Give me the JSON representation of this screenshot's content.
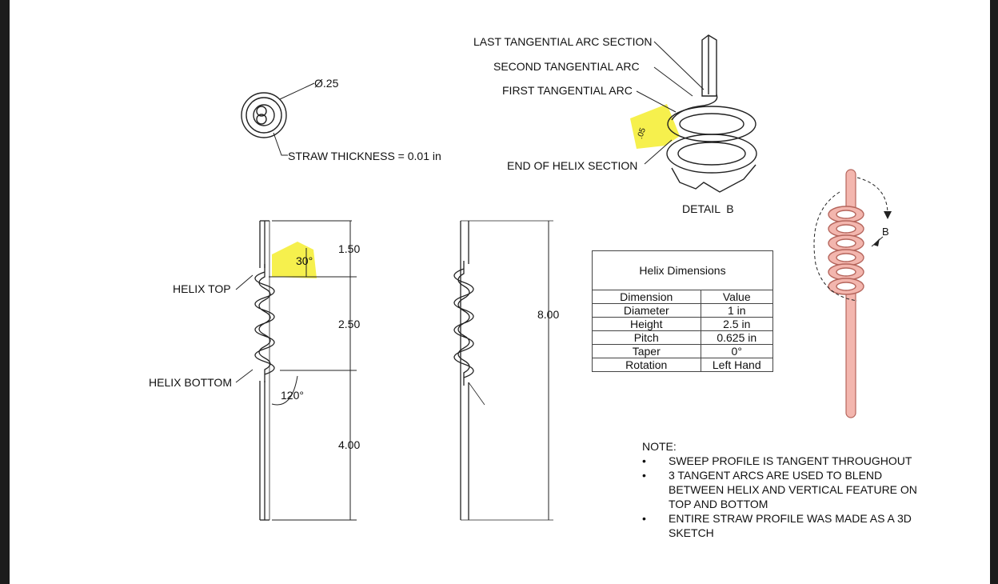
{
  "top_view": {
    "diameter_label": "Ø.25",
    "thickness_label": "STRAW THICKNESS = 0.01 in"
  },
  "detail_b": {
    "callouts": [
      "LAST TANGENTIAL ARC SECTION",
      "SECOND TANGENTIAL ARC",
      "FIRST TANGENTIAL ARC",
      "END OF HELIX SECTION"
    ],
    "title": "DETAIL  B",
    "small_dim": ".05"
  },
  "front_view": {
    "helix_top_label": "HELIX TOP",
    "helix_bottom_label": "HELIX BOTTOM",
    "angle_top": "30°",
    "angle_bottom": "120°",
    "dim_top": "1.50",
    "dim_helix": "2.50",
    "dim_bottom": "4.00"
  },
  "side_view": {
    "dim_total": "8.00"
  },
  "iso_view": {
    "detail_marker": "B"
  },
  "helix_table": {
    "title": "Helix Dimensions",
    "header": [
      "Dimension",
      "Value"
    ],
    "rows": [
      [
        "Diameter",
        "1 in"
      ],
      [
        "Height",
        "2.5 in"
      ],
      [
        "Pitch",
        "0.625 in"
      ],
      [
        "Taper",
        "0°"
      ],
      [
        "Rotation",
        "Left Hand"
      ]
    ]
  },
  "note": {
    "heading": "NOTE:",
    "items": [
      "SWEEP PROFILE IS TANGENT THROUGHOUT",
      "3 TANGENT ARCS ARE USED TO BLEND BETWEEN HELIX AND VERTICAL FEATURE ON TOP AND BOTTOM",
      "ENTIRE STRAW PROFILE WAS MADE AS A 3D SKETCH"
    ]
  },
  "colors": {
    "highlight": "#f5ee3a",
    "straw_fill": "#f3b6ae",
    "straw_stroke": "#b5655c",
    "line": "#222222"
  }
}
